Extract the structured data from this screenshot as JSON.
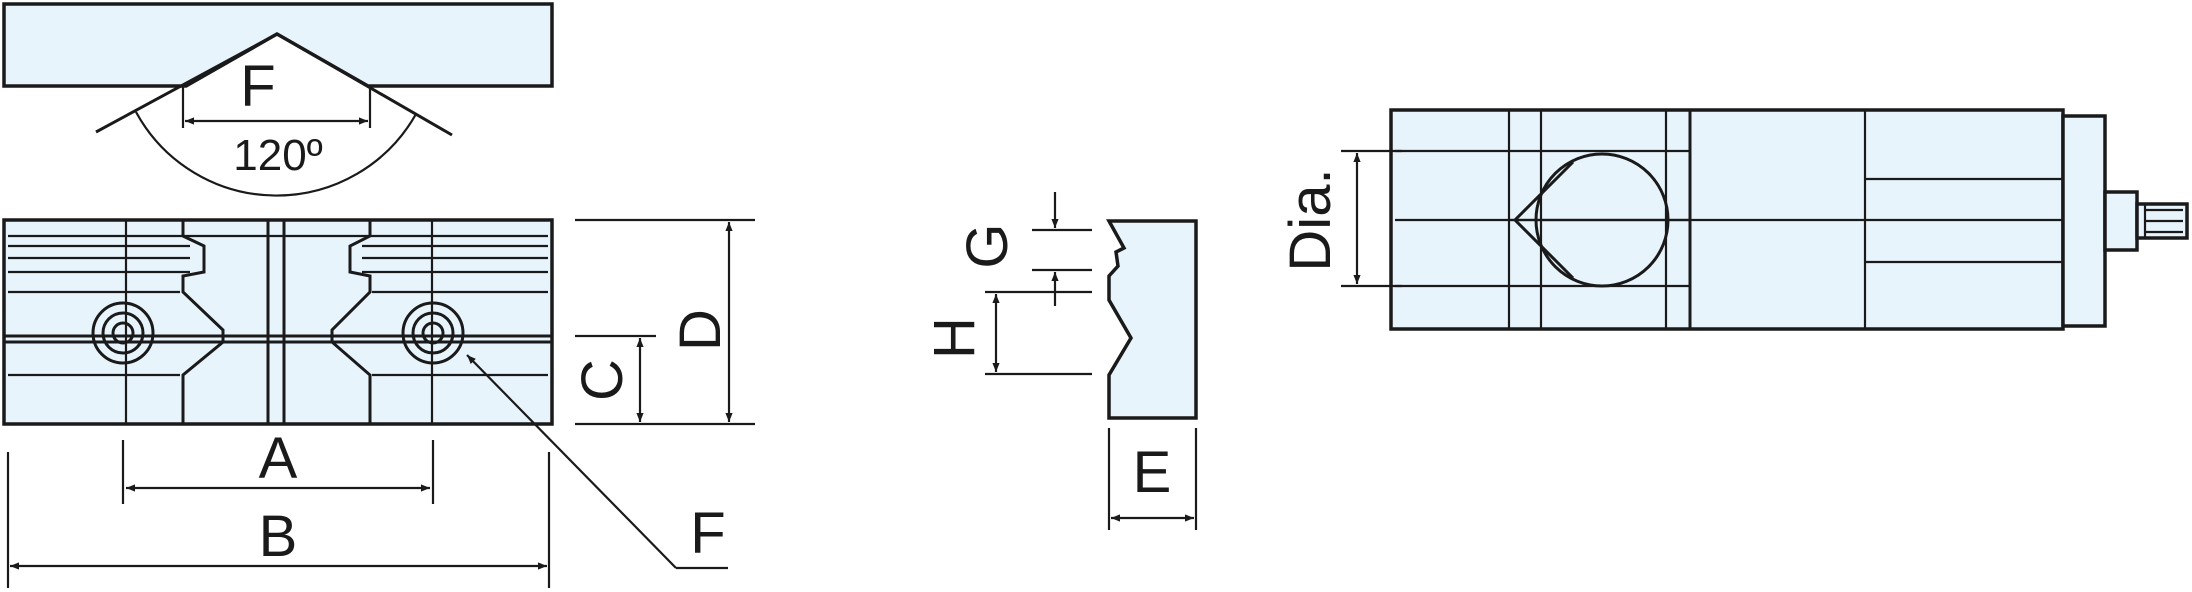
{
  "colors": {
    "fill": "#e8f4fc",
    "line": "#1a1a1a"
  },
  "labels": {
    "A": "A",
    "B": "B",
    "C": "C",
    "D": "D",
    "E": "E",
    "F_top": "F",
    "F_side": "F",
    "G": "G",
    "H": "H",
    "angle": "120º",
    "dia": "Dia."
  }
}
